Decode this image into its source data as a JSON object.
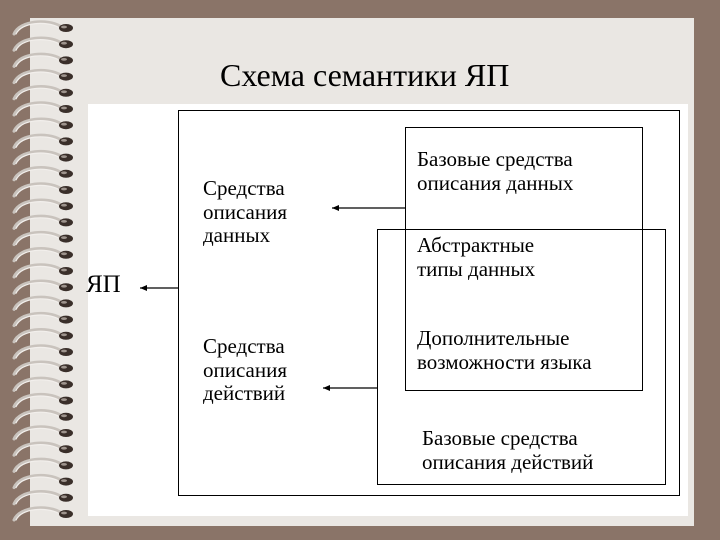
{
  "title": "Схема семантики ЯП",
  "language_label": "ЯП",
  "left_groups": {
    "data_means": [
      "Средства",
      "описания",
      "данных"
    ],
    "action_means": [
      "Средства",
      "описания",
      "действий"
    ]
  },
  "inner_boxes": {
    "base_data": [
      "Базовые средства",
      "описания данных"
    ],
    "abstract_types": [
      "Абстрактные",
      "типы данных"
    ],
    "extra_features": [
      "Дополнительные",
      "возможности языка"
    ],
    "base_actions": [
      "Базовые средства",
      "описания действий"
    ]
  },
  "colors": {
    "frame_background": "#8a7468",
    "paper": "#eae7e3",
    "sheet": "#ffffff",
    "lines": "#000000"
  },
  "icons": {
    "binding": "spiral-binding-icon"
  }
}
